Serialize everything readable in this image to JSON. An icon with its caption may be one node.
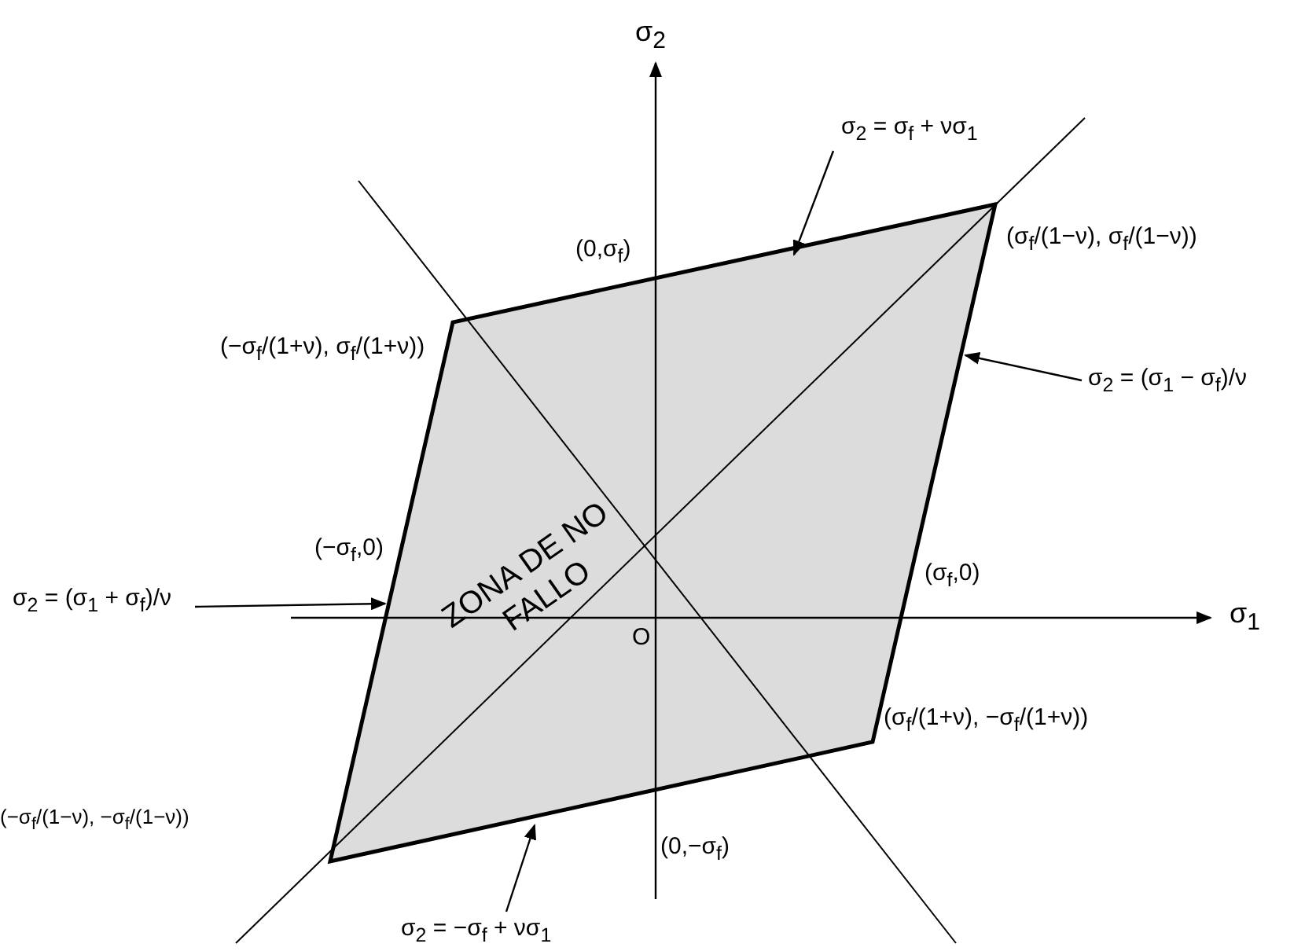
{
  "diagram": {
    "nodes": [
      {
        "text": [
          "σ$_{2}$ = σ$_{f}$ + νσ$_{1}$"
        ]
      },
      {
        "text": [
          "σ$_{2}$ = (σ$_{1}$ − σ$_{f}$)/ν"
        ]
      },
      {
        "text": [
          "σ$_{2}$ = (σ$_{1}$ + σ$_{f}$)/ν"
        ]
      },
      {
        "text": [
          "σ$_{2}$ = −σ$_{f}$ + νσ$_{1}$"
        ]
      }
    ],
    "edges": [
      {
        "from": 0,
        "to": null,
        "arrow": "to"
      },
      {
        "from": 1,
        "to": null,
        "arrow": "to"
      },
      {
        "from": 2,
        "to": null,
        "arrow": "to"
      },
      {
        "from": 3,
        "to": null,
        "arrow": "to"
      }
    ],
    "labels": [
      "σ$_{2}$",
      "(0,σ$_{f}$)",
      "(σ$_{f}$/(1−ν), σ$_{f}$/(1−ν))",
      "(−σ$_{f}$/(1+ν), σ$_{f}$/(1+ν))",
      "ZONA DE NO FALLO",
      "(−σ$_{f}$,0)",
      "(σ$_{f}$,0)",
      "σ$_{1}$",
      "O",
      "(σ$_{f}$/(1+ν), −σ$_{f}$/(1+ν))",
      "(−σ$_{f}$/(1−ν), −σ$_{f}$/(1−ν))",
      "(0,−σ$_{f}$)"
    ]
  }
}
